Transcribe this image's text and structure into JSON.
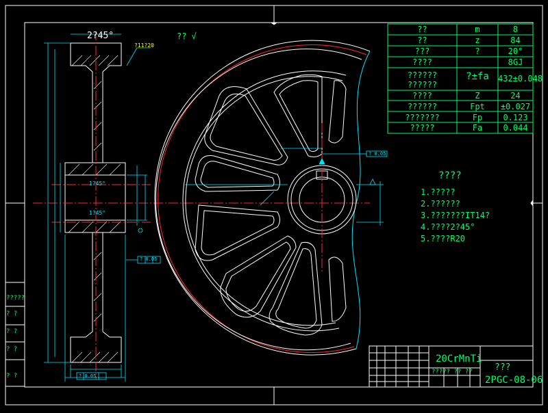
{
  "drawing": {
    "number": "2PGC-08-06",
    "part_name": "???",
    "material": "20CrMnTi",
    "roughness_note": "?? √",
    "top_chamfer": "2?45°",
    "left_strip_labels": [
      "?????",
      "? ?",
      "? ?",
      "? ?",
      "? ?"
    ],
    "title_block_row": "????? ?? ??"
  },
  "params": [
    {
      "name": "??",
      "symbol": "m",
      "value": "8"
    },
    {
      "name": "??",
      "symbol": "z",
      "value": "84"
    },
    {
      "name": "???",
      "symbol": "?",
      "value": "20°"
    },
    {
      "name": "????",
      "symbol": "",
      "value": "8GJ"
    },
    {
      "name": "??????\n??????",
      "symbol": "?±fa",
      "value": "432±0.048"
    },
    {
      "name": "????",
      "symbol": "Z",
      "value": "24"
    },
    {
      "name": "??????",
      "symbol": "Fpt",
      "value": "±0.027"
    },
    {
      "name": "???????",
      "symbol": "Fp",
      "value": "0.123"
    },
    {
      "name": "?????",
      "symbol": "Fa",
      "value": "0.044"
    }
  ],
  "notes": {
    "title": "????",
    "items": [
      "1.?????",
      "2.??????",
      "3.???????IT14?",
      "4.????2?45°",
      "5.????R20"
    ]
  },
  "tags": {
    "t1": "?11?20",
    "t2": "1?45°",
    "t3": "1?45°",
    "t4": "? 0.05",
    "t5": "? 0.05",
    "t6": "? 0.05"
  },
  "colors": {
    "bg": "#000000",
    "frame": "#ffffff",
    "cyan": "#00e5ff",
    "green": "#00ff66",
    "red": "#ff2a2a",
    "yellow": "#ffff00"
  }
}
